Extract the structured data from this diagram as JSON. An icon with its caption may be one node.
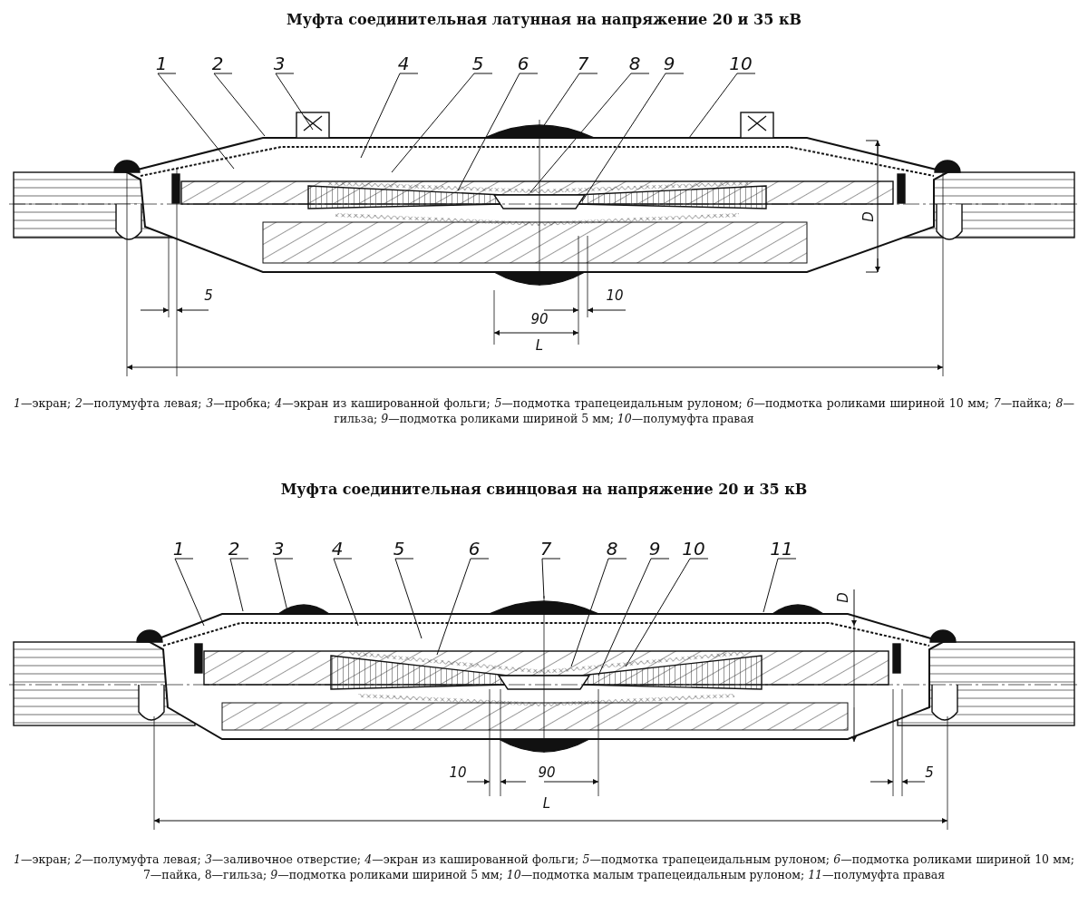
{
  "diagram": {
    "nodes": [
      {
        "text": [
          "1"
        ]
      },
      {
        "text": [
          "2"
        ]
      },
      {
        "text": [
          "3"
        ]
      },
      {
        "text": [
          "4"
        ]
      },
      {
        "text": [
          "5"
        ]
      },
      {
        "text": [
          "6"
        ]
      },
      {
        "text": [
          "7"
        ]
      },
      {
        "text": [
          "8"
        ]
      },
      {
        "text": [
          "9"
        ]
      },
      {
        "text": [
          "10"
        ]
      },
      {
        "text": [
          "1"
        ]
      },
      {
        "text": [
          "2"
        ]
      },
      {
        "text": [
          "3"
        ]
      },
      {
        "text": [
          "4"
        ]
      },
      {
        "text": [
          "5"
        ]
      },
      {
        "text": [
          "6"
        ]
      },
      {
        "text": [
          "7"
        ]
      },
      {
        "text": [
          "8"
        ]
      },
      {
        "text": [
          "9"
        ]
      },
      {
        "text": [
          "10"
        ]
      },
      {
        "text": [
          "11"
        ]
      }
    ],
    "edges": [
      {
        "from": 0,
        "to": null,
        "arrow": "none"
      },
      {
        "from": 1,
        "to": null,
        "arrow": "none"
      },
      {
        "from": 2,
        "to": null,
        "arrow": "none"
      },
      {
        "from": 3,
        "to": null,
        "arrow": "none"
      },
      {
        "from": 4,
        "to": null,
        "arrow": "none"
      },
      {
        "from": 5,
        "to": null,
        "arrow": "none"
      },
      {
        "from": 6,
        "to": null,
        "arrow": "none"
      },
      {
        "from": 7,
        "to": null,
        "arrow": "none"
      },
      {
        "from": 8,
        "to": null,
        "arrow": "none"
      },
      {
        "from": 9,
        "to": null,
        "arrow": "none"
      },
      {
        "from": 10,
        "to": null,
        "arrow": "none"
      },
      {
        "from": 11,
        "to": null,
        "arrow": "none"
      },
      {
        "from": 12,
        "to": null,
        "arrow": "none"
      },
      {
        "from": 13,
        "to": null,
        "arrow": "none"
      },
      {
        "from": 14,
        "to": null,
        "arrow": "none"
      },
      {
        "from": 15,
        "to": null,
        "arrow": "none"
      },
      {
        "from": 16,
        "to": null,
        "arrow": "none"
      },
      {
        "from": 17,
        "to": null,
        "arrow": "none"
      },
      {
        "from": 18,
        "to": null,
        "arrow": "none"
      },
      {
        "from": 19,
        "to": null,
        "arrow": "none"
      },
      {
        "from": 20,
        "to": null,
        "arrow": "none"
      }
    ],
    "labels": [
      "Муфта соединительная латунная на напряжение 20 и 35 кВ",
      "D",
      "5",
      "10",
      "90",
      "L",
      "*1*—экран; *2*—полумуфта левая; *3*—пробка; *4*—экран из кашированной фольги; *5*—подмотка трапецеидальным рулоном; *6*—подмотка роликами шириной 10 мм; *7*—пайка; *8*—гильза; *9*—подмотка роликами шириной 5 мм; *10*—полумуфта правая",
      "Муфта соединительная свинцовая на напряжение 20 и 35 кВ",
      "D",
      "10",
      "90",
      "5",
      "L",
      "*1*—экран; *2*—полумуфта левая; *3*—заливочное отверстие; *4*—экран из кашированной фольги; *5*—подмотка трапецеидальным рулоном; *6*—подмотка роликами шириной 10 мм; 7—пайка, 8—гильза; *9*—подмотка роликами шириной 5 мм; *10*—подмотка малым трапецеидальным рулоном; *11*—полумуфта правая"
    ]
  }
}
